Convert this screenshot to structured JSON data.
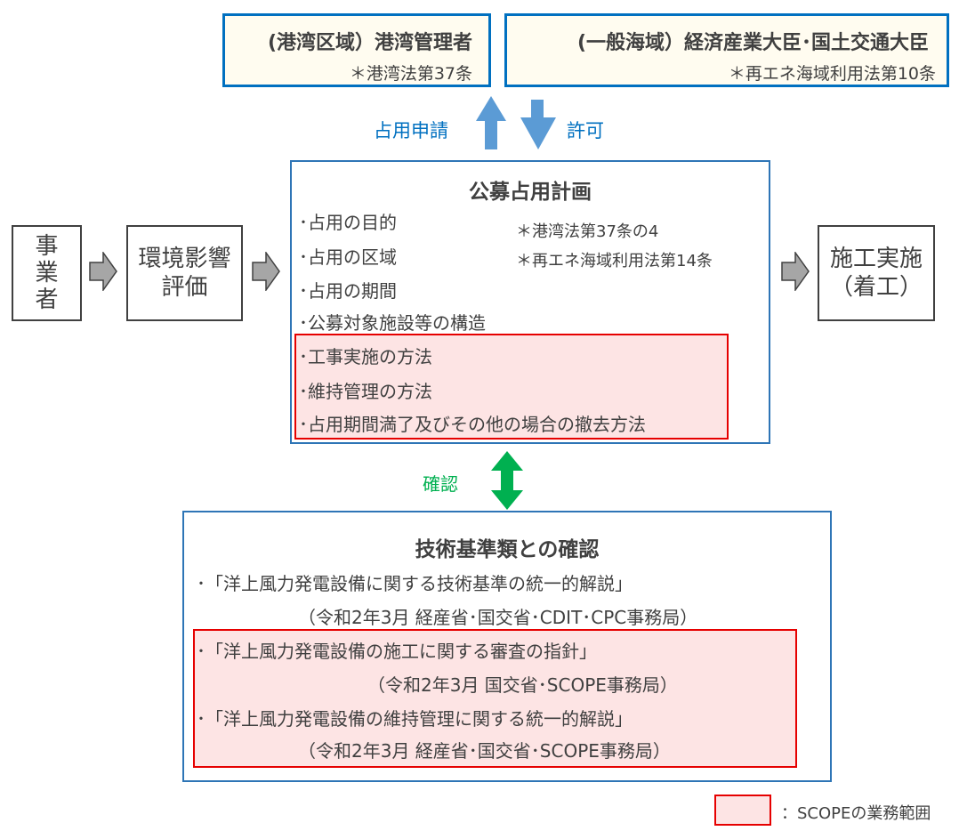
{
  "top_left": {
    "title": "(港湾区域）港湾管理者",
    "note": "＊港湾法第37条"
  },
  "top_right": {
    "title": "(一般海域）経済産業大臣･国土交通大臣",
    "note": "＊再エネ海域利用法第10条"
  },
  "arrows": {
    "apply": "占用申請",
    "permit": "許可",
    "confirm": "確認"
  },
  "flow": {
    "operator": "事\n業\n者",
    "eia": "環境影響\n評価",
    "construction": "施工実施\n（着工）"
  },
  "plan": {
    "title": "公募占用計画",
    "items": [
      "･占用の目的",
      "･占用の区域",
      "･占用の期間",
      "･公募対象施設等の構造",
      "･工事実施の方法",
      "･維持管理の方法",
      "･占用期間満了及びその他の場合の撤去方法"
    ],
    "notes": [
      "＊港湾法第37条の4",
      "＊再エネ海域利用法第14条"
    ]
  },
  "standards": {
    "title": "技術基準類との確認",
    "lines": [
      "･「洋上風力発電設備に関する技術基準の統一的解説」",
      "（令和2年3月  経産省･国交省･CDIT･CPC事務局）",
      "･「洋上風力発電設備の施工に関する審査の指針」",
      "（令和2年3月  国交省･SCOPE事務局）",
      "･「洋上風力発電設備の維持管理に関する統一的解説」",
      "（令和2年3月  経産省･国交省･SCOPE事務局）"
    ]
  },
  "legend": {
    "label": "：SCOPEの業務範囲"
  },
  "colors": {
    "blue": "#0070c0",
    "arrow_blue": "#5b9bd5",
    "green": "#00b050",
    "red": "#e60000",
    "pink": "#fde4e4"
  }
}
